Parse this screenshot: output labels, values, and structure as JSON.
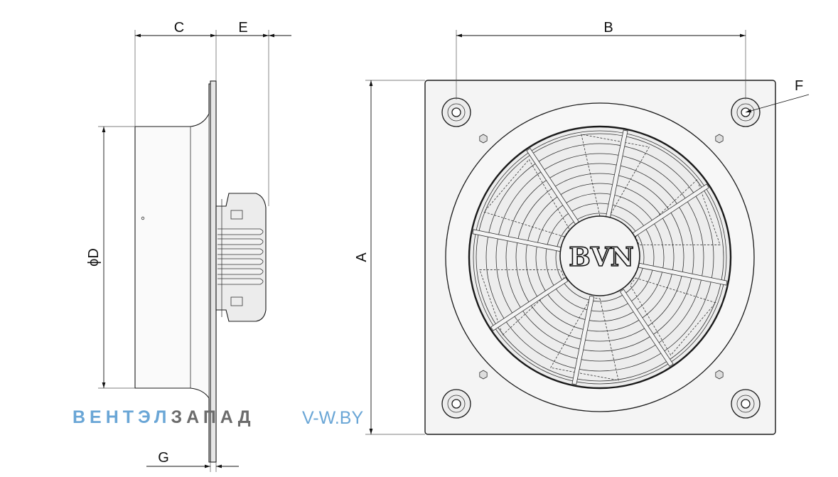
{
  "dimensions": {
    "A": "A",
    "B": "B",
    "C": "C",
    "D": "ϕD",
    "E": "E",
    "F": "F",
    "G": "G"
  },
  "logo_text": "BVN",
  "watermark": {
    "part1": "ВЕНТЭЛ",
    "part2": "ЗАПАД",
    "site": "V-W.BY",
    "colors": {
      "blue": "#6aa6d6",
      "grey": "#6c6c6c"
    }
  },
  "drawing": {
    "side_view": {
      "grille_ribs": 6
    },
    "front_view": {
      "guard_rings": 9,
      "guard_spokes": 8,
      "blades": 6,
      "corner_holes": 4,
      "nuts": 4
    }
  }
}
